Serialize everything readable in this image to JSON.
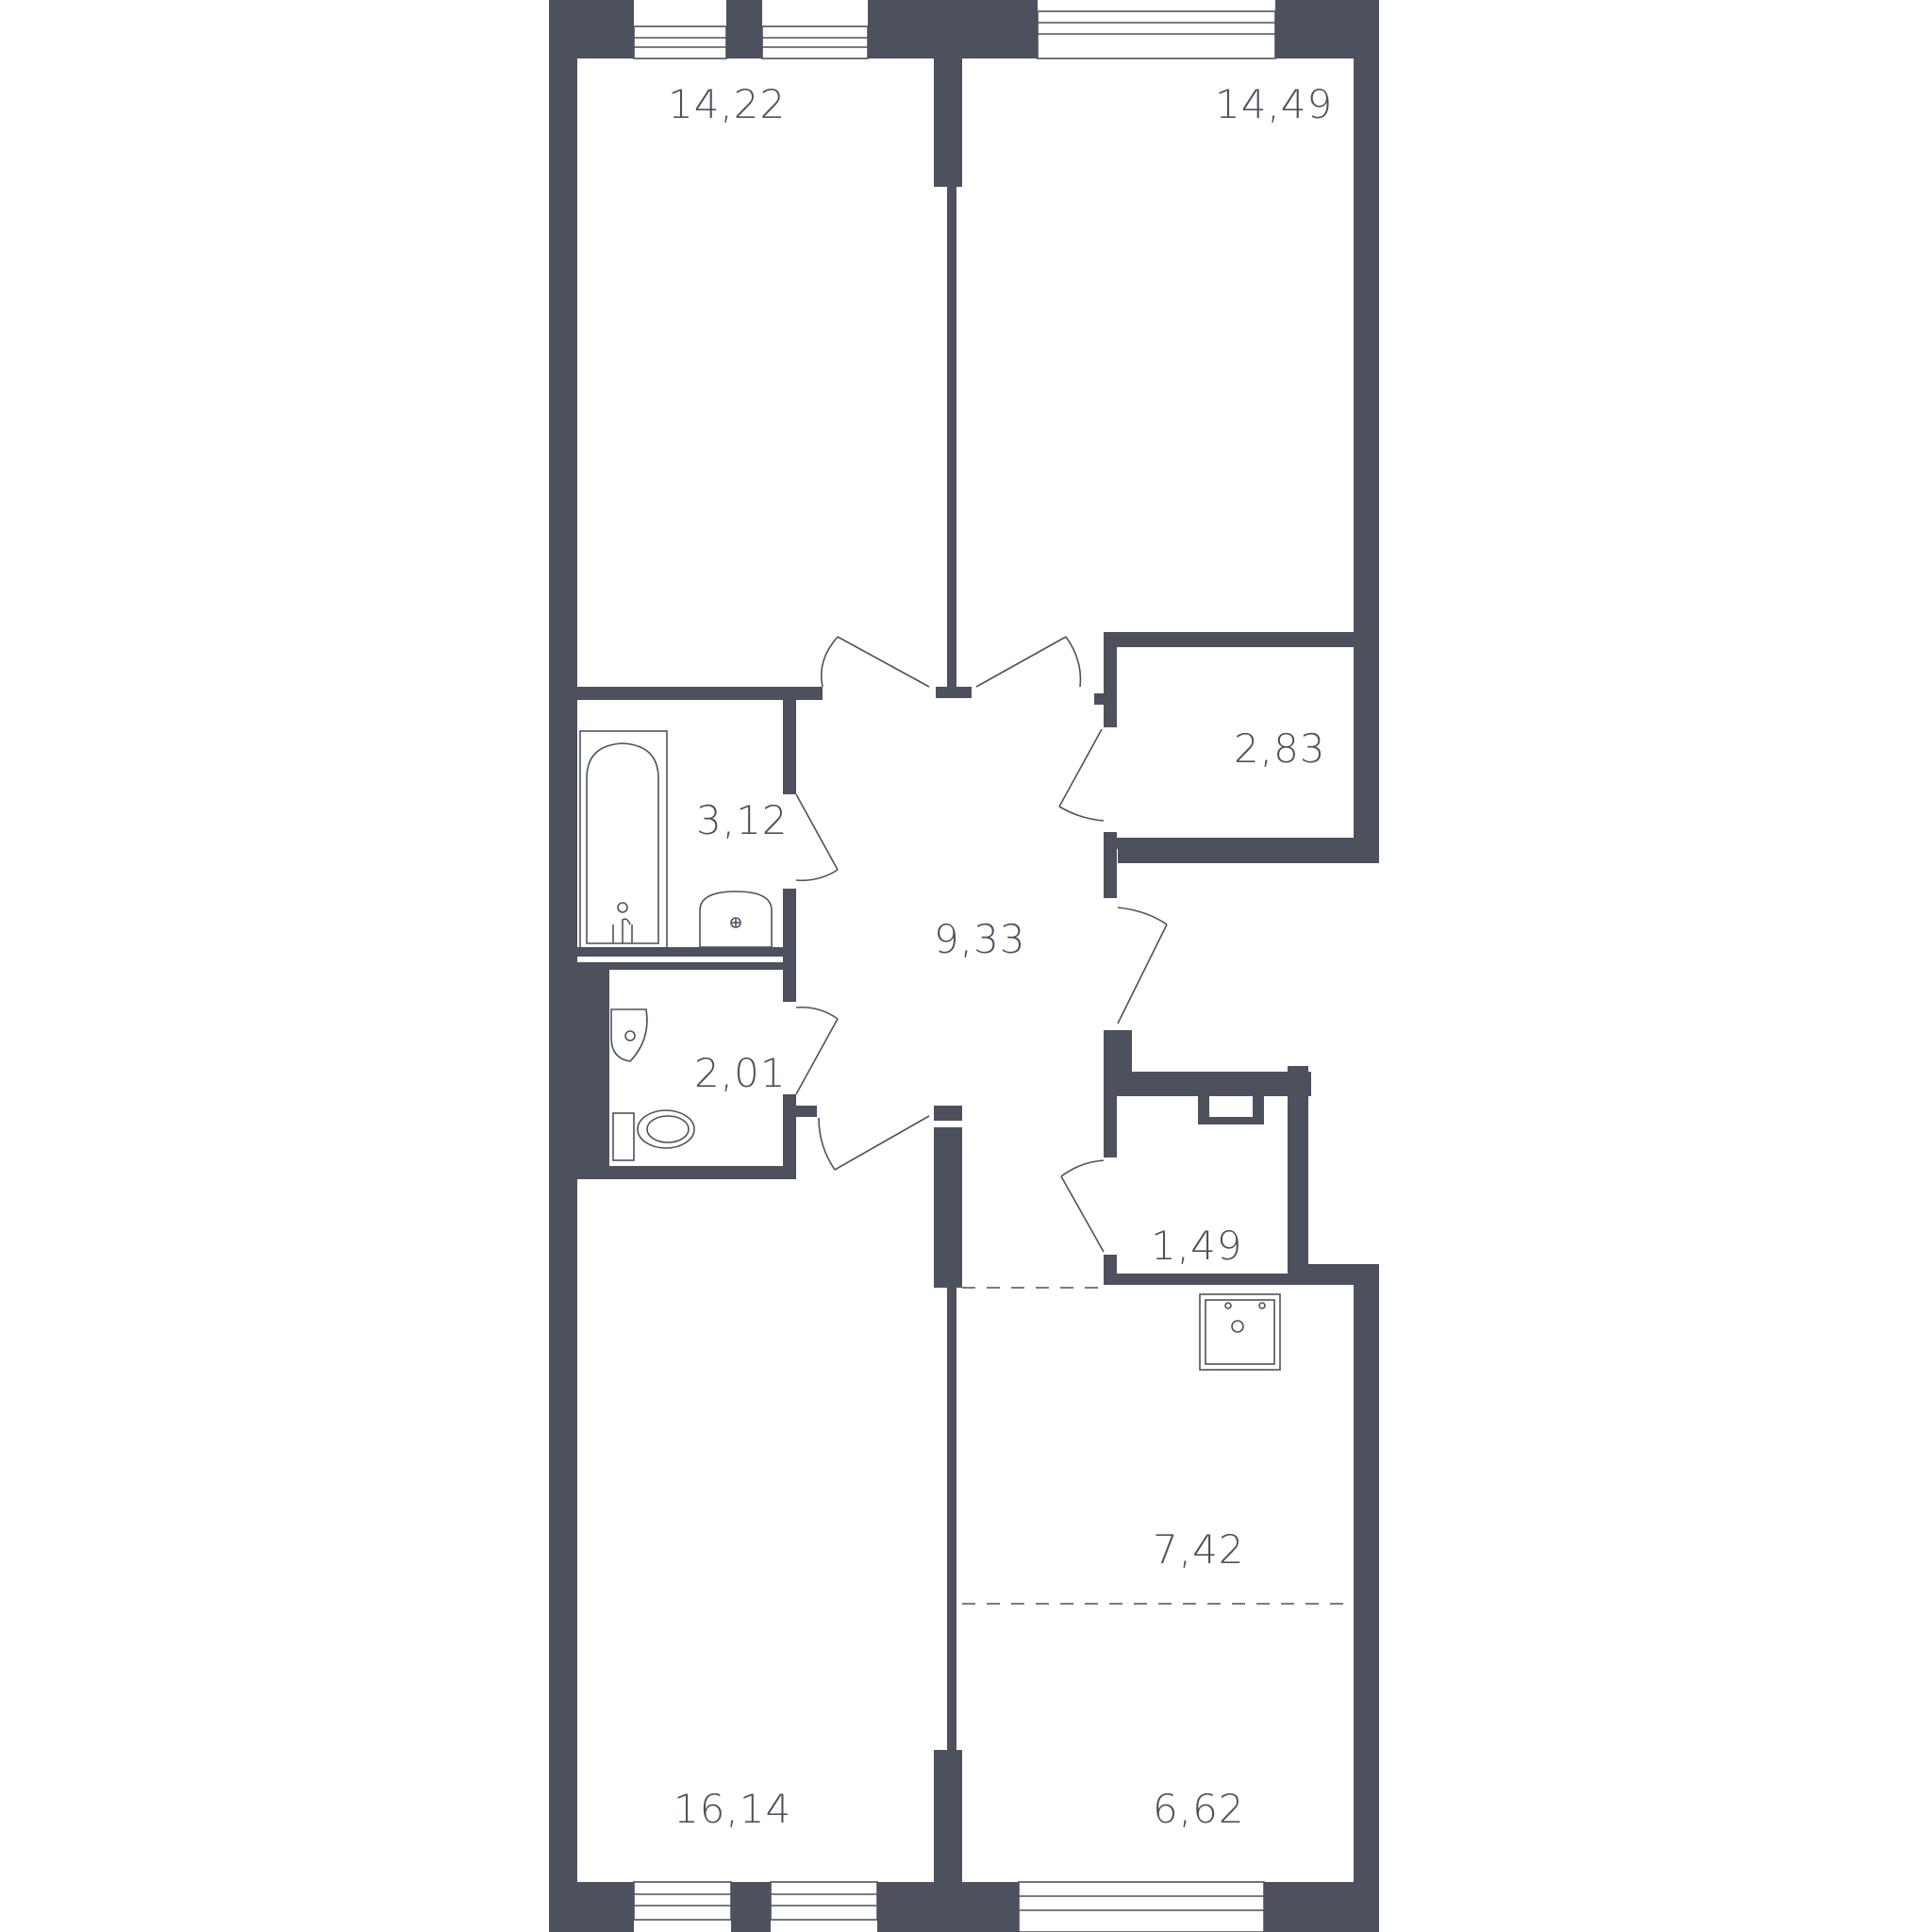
{
  "rooms": [
    {
      "id": "bedroom-nw",
      "area": "14,22"
    },
    {
      "id": "bedroom-ne",
      "area": "14,49"
    },
    {
      "id": "storage-ne",
      "area": "2,83"
    },
    {
      "id": "bathroom",
      "area": "3,12"
    },
    {
      "id": "hallway",
      "area": "9,33"
    },
    {
      "id": "toilet",
      "area": "2,01"
    },
    {
      "id": "closet",
      "area": "1,49"
    },
    {
      "id": "kitchen",
      "area": "7,42"
    },
    {
      "id": "bedroom-sw",
      "area": "16,14"
    },
    {
      "id": "living-se",
      "area": "6,62"
    }
  ],
  "colors": {
    "wall": "#4d515d",
    "background": "#ffffff"
  }
}
